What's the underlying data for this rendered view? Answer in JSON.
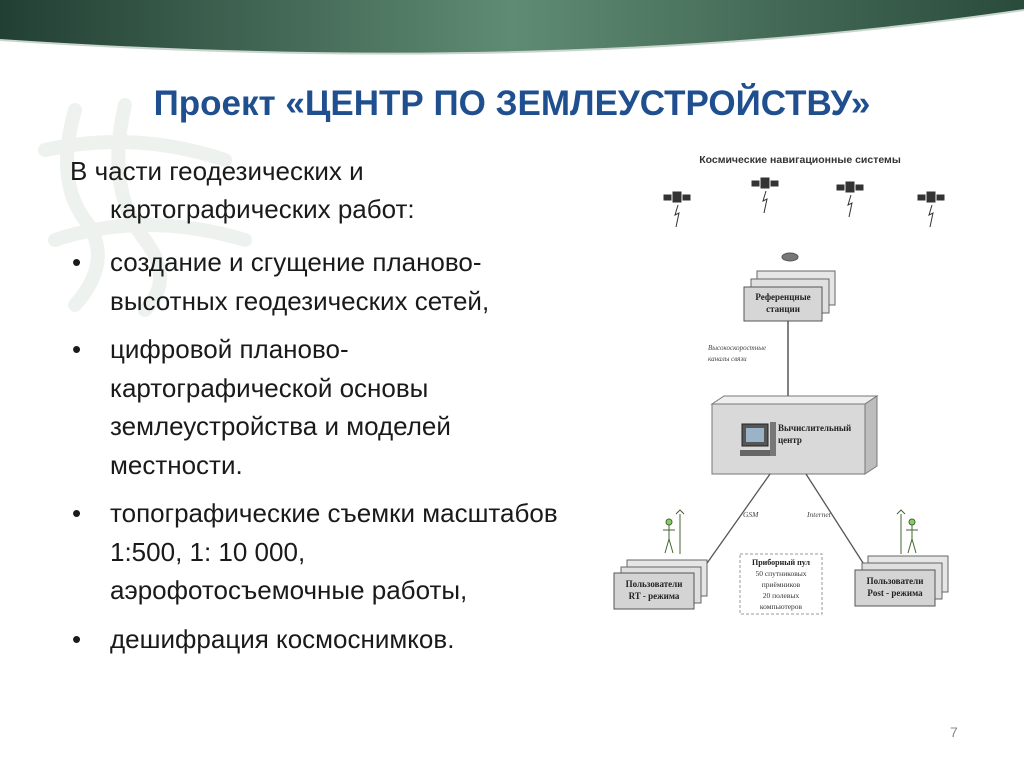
{
  "slide": {
    "title": "Проект «ЦЕНТР ПО ЗЕМЛЕУСТРОЙСТВУ»",
    "intro_line1": "В части геодезических и",
    "intro_line2": "картографических работ:",
    "bullet_glyph": "•",
    "bullets": [
      "создание и сгущение планово-высотных геодезических сетей,",
      "цифровой планово-картографической основы землеустройства  и моделей местности.",
      "топографические съемки масштабов 1:500, 1: 10 000, аэрофотосъемочные работы,",
      "дешифрация космоснимков."
    ],
    "page_number": "7"
  },
  "diagram": {
    "top_label": "Космические навигационные системы",
    "reference_label_1": "Референцные",
    "reference_label_2": "станции",
    "channel_label_1": "Высокоскоростные",
    "channel_label_2": "каналы связи",
    "center_label_1": "Вычислительный",
    "center_label_2": "центр",
    "link_left": "GSM",
    "link_right": "Internet",
    "users_rt_1": "Пользователи",
    "users_rt_2": "RT - режима",
    "users_post_1": "Пользователи",
    "users_post_2": "Post - режима",
    "pool_1": "Приборный пул",
    "pool_2": "50 спутниковых",
    "pool_3": "приёмников",
    "pool_4": "20 полевых",
    "pool_5": "компьютеров"
  },
  "colors": {
    "title": "#1f4f8f",
    "header_dark": "#234236",
    "header_mid": "#5e8a72",
    "box_fill": "#d8d8d8"
  }
}
